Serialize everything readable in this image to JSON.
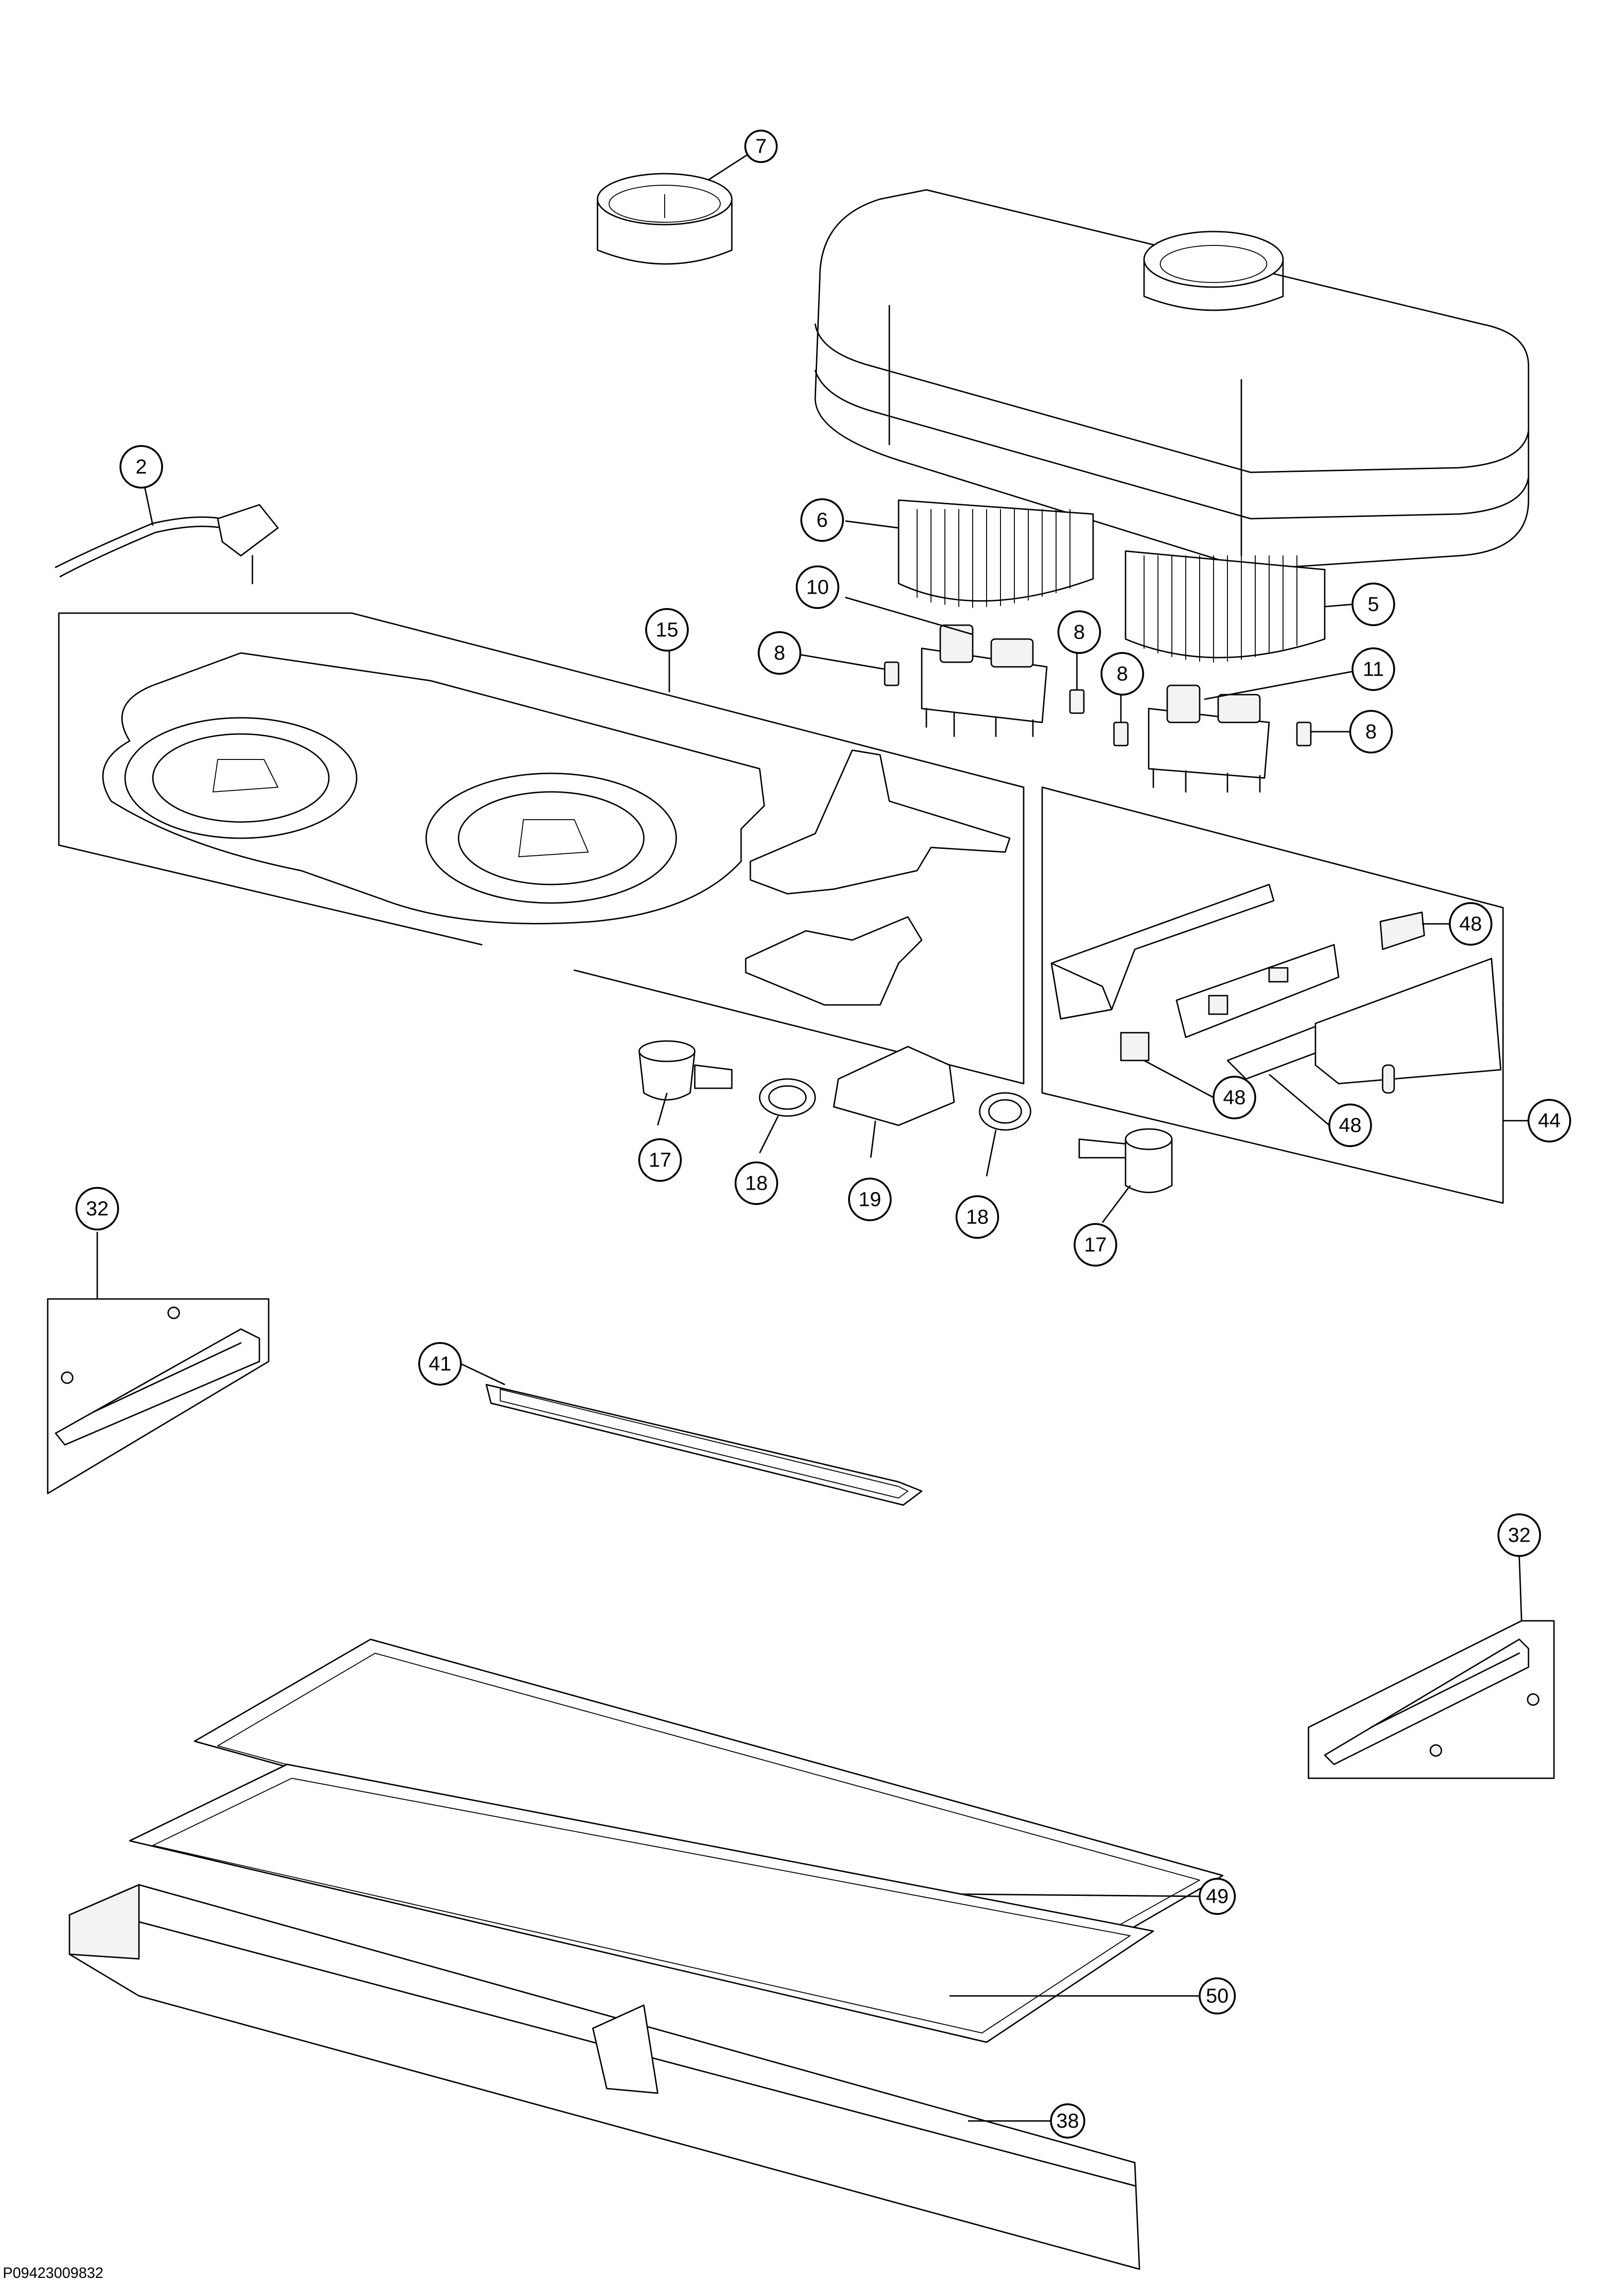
{
  "document": {
    "id": "P09423009832"
  },
  "callouts": {
    "c7": "7",
    "c2": "2",
    "c6": "6",
    "c10": "10",
    "c8a": "8",
    "c8b": "8",
    "c8c": "8",
    "c8d": "8",
    "c5": "5",
    "c11": "11",
    "c15": "15",
    "c48a": "48",
    "c48b": "48",
    "c48c": "48",
    "c44": "44",
    "c17a": "17",
    "c18a": "18",
    "c19": "19",
    "c18b": "18",
    "c17b": "17",
    "c32a": "32",
    "c41": "41",
    "c32b": "32",
    "c49": "49",
    "c50": "50",
    "c38": "38"
  }
}
